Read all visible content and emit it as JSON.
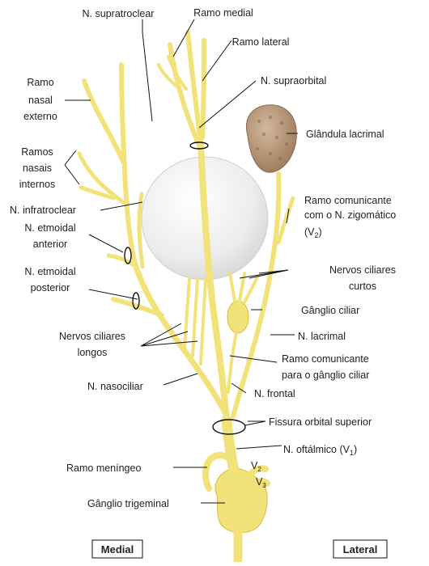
{
  "labels": {
    "supratroclear": "N. supratroclear",
    "ramo_medial": "Ramo medial",
    "ramo_lateral": "Ramo lateral",
    "supraorbital": "N. supraorbital",
    "ramo_nasal_1": "Ramo",
    "ramo_nasal_2": "nasal",
    "ramo_nasal_3": "externo",
    "glandula": "Glândula lacrimal",
    "ramos_nasais_1": "Ramos",
    "ramos_nasais_2": "nasais",
    "ramos_nasais_3": "internos",
    "infratroclear": "N. infratroclear",
    "ramo_comunicante_zigo_1": "Ramo comunicante",
    "ramo_comunicante_zigo_2": "com o N. zigomático",
    "ramo_comunicante_zigo_3": "(V",
    "ramo_comunicante_zigo_sub": "2",
    "ramo_comunicante_zigo_4": ")",
    "etmoidal_ant_1": "N. etmoidal",
    "etmoidal_ant_2": "anterior",
    "ciliares_curtos_1": "Nervos ciliares",
    "ciliares_curtos_2": "curtos",
    "etmoidal_post_1": "N. etmoidal",
    "etmoidal_post_2": "posterior",
    "ganglio_ciliar": "Gânglio ciliar",
    "ciliares_longos_1": "Nervos ciliares",
    "ciliares_longos_2": "longos",
    "lacrimal": "N. lacrimal",
    "ramo_comunicante_gang_1": "Ramo comunicante",
    "ramo_comunicante_gang_2": "para o gânglio ciliar",
    "nasociliar": "N. nasociliar",
    "frontal": "N. frontal",
    "fissura": "Fissura orbital superior",
    "oftalmico": "N. oftálmico (V",
    "oftalmico_sub": "1",
    "oftalmico_end": ")",
    "ramo_meningeo": "Ramo meníngeo",
    "v2": "V",
    "v2_sub": "2",
    "v3": "V",
    "v3_sub": "3",
    "ganglio_trigeminal": "Gânglio trigeminal",
    "medial": "Medial",
    "lateral": "Lateral"
  },
  "colors": {
    "nerve": "#f2e27a",
    "nerve_edge": "#d4bf3c",
    "eyeball": "#ececec",
    "gland": "#b8977a",
    "leader": "#111111"
  }
}
